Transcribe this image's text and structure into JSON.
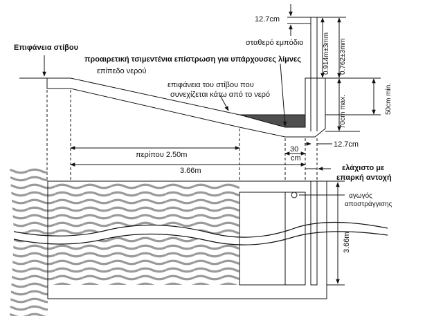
{
  "labels": {
    "top_surface": "Επιφάνεια στίβου",
    "optional_concrete": "προαιρετική τσιμεντένια επίστρωση για υπάρχουσες λίμνες",
    "water_level": "επίπεδο νερού",
    "surface_continues_line1": "επιφάνεια του στίβου που",
    "surface_continues_line2": "συνεχίζεται κάτω από το νερό",
    "fixed_obstacle": "σταθερό εμπόδιο",
    "dim_top": "12.7cm",
    "dim_0914": "0.914m±3mm",
    "dim_0762": "0.762±3mm",
    "dim_70cm": "70cm max.",
    "dim_50cm": "50cm min.",
    "dim_30cm_a": "30",
    "dim_30cm_b": "cm",
    "dim_127_mid": "12.7cm",
    "dim_250": "περίπου 2.50m",
    "dim_366_h": "3.66m",
    "min_strength_line1": "ελάχιστο με",
    "min_strength_line2": "επαρκή αντοχή",
    "drain_line1": "αγωγός",
    "drain_line2": "αποστράγγισης",
    "dim_366_v": "3.66m"
  }
}
